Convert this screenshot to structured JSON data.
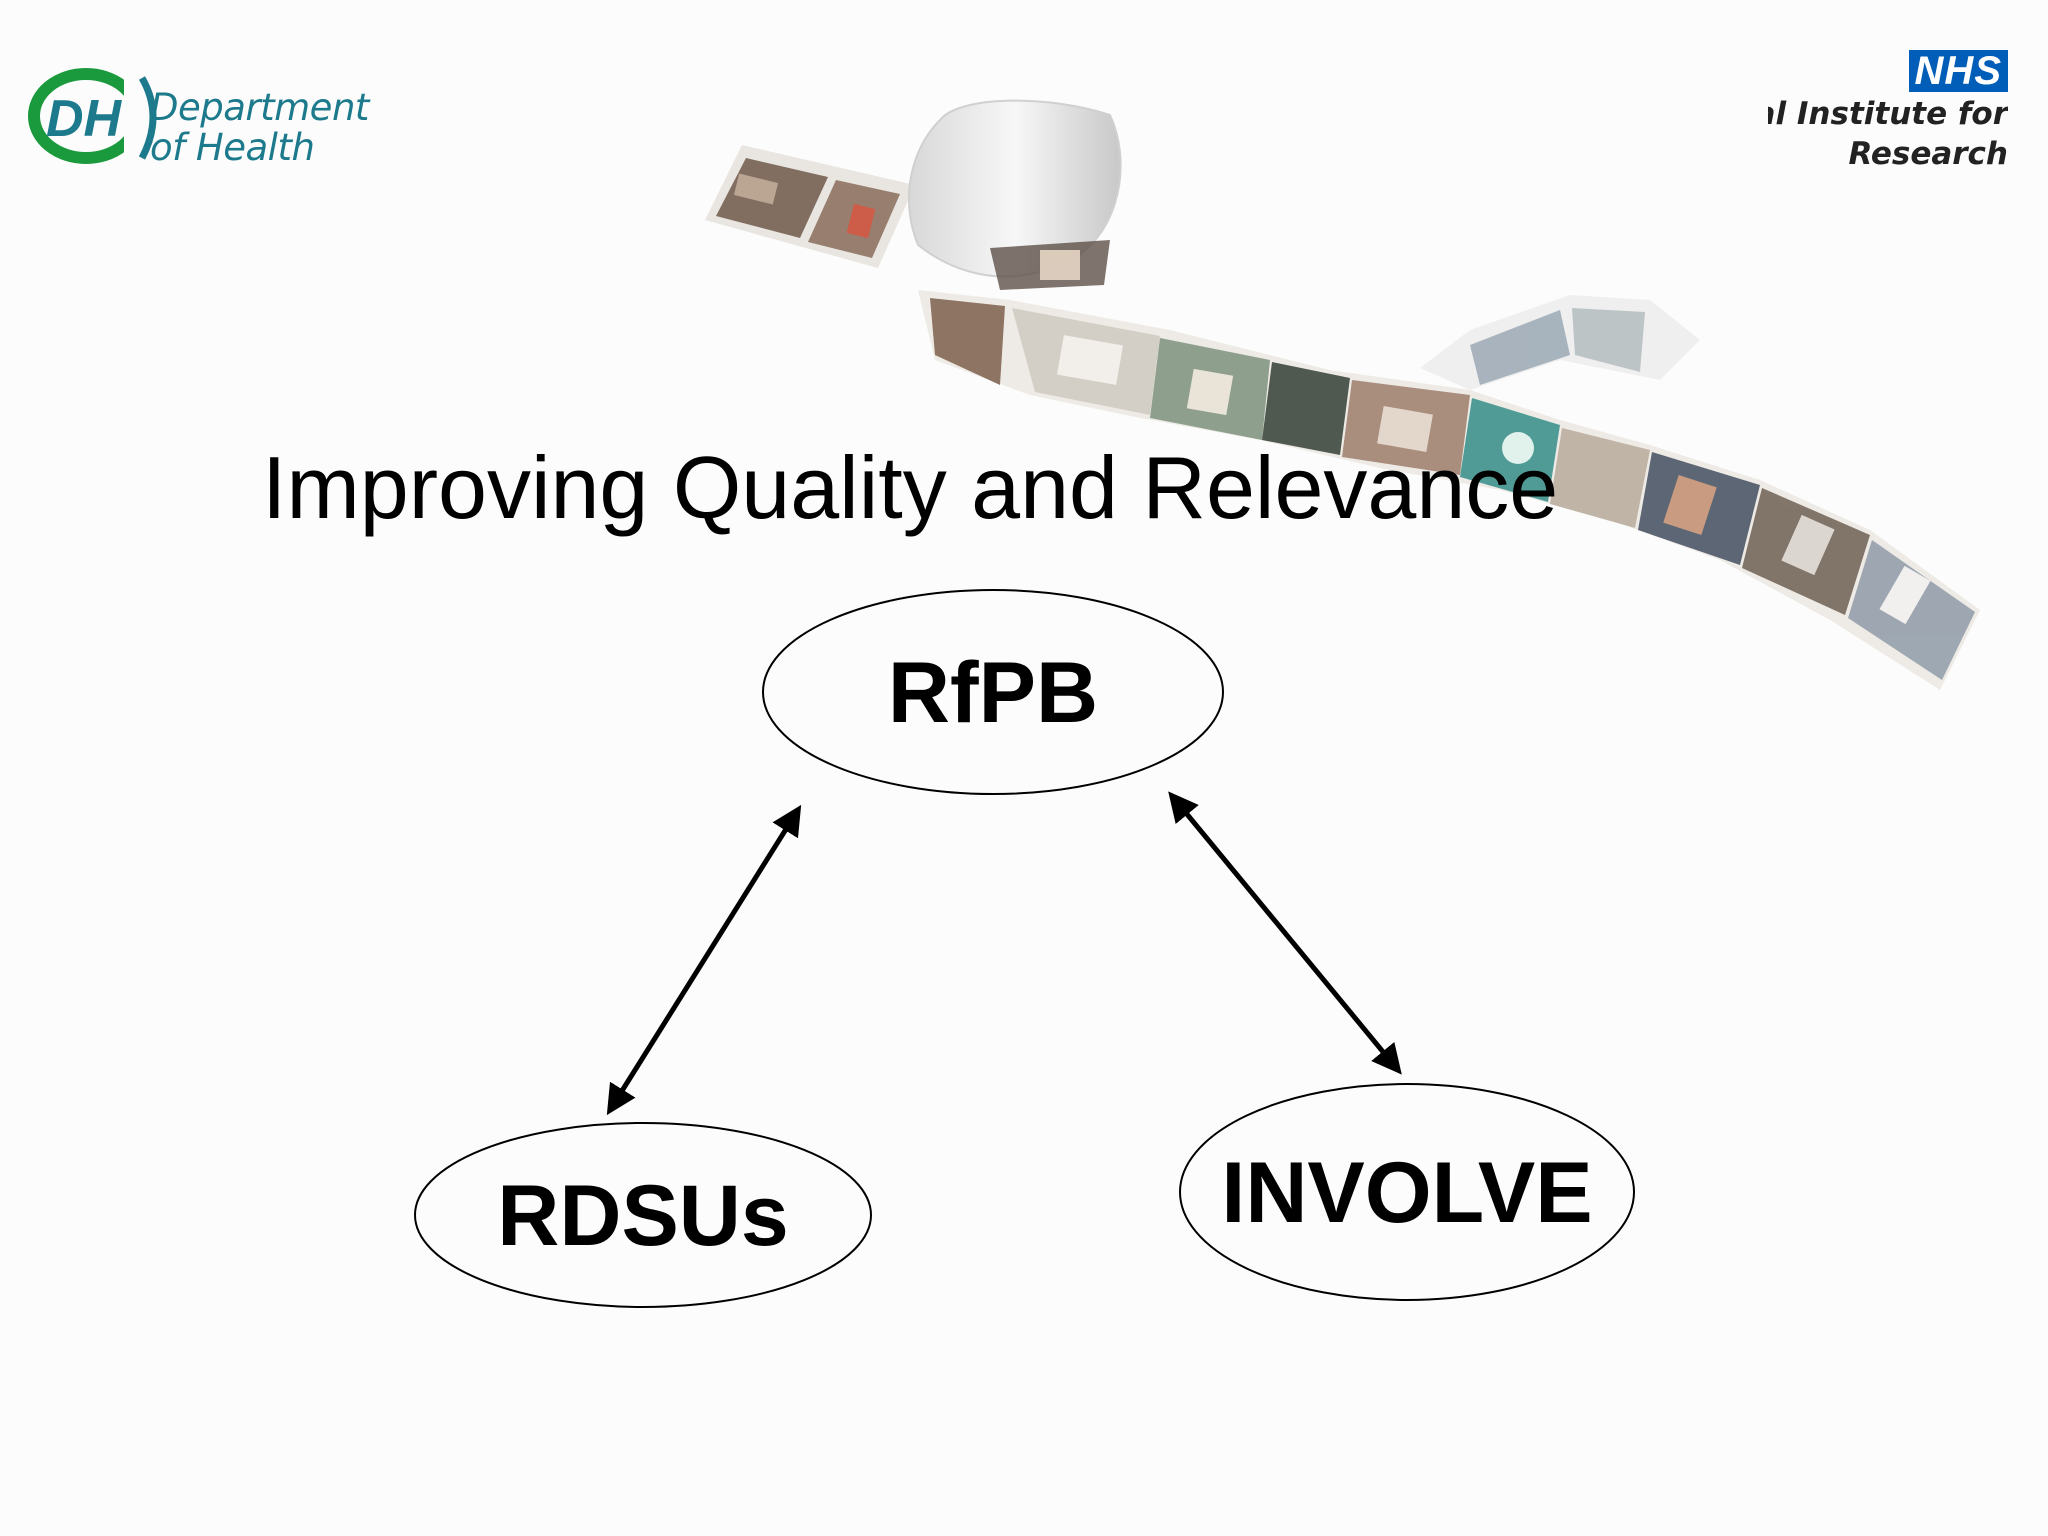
{
  "logos": {
    "dh": {
      "mark": "DH",
      "line1": "Department",
      "line2": "of Health",
      "color": "#1c7a8c",
      "accent": "#1a9a3c"
    },
    "nhs": {
      "badge": "NHS",
      "org_visible": "al Institute for\n Research",
      "color": "#005eb8"
    }
  },
  "slide": {
    "title": "Improving Quality and Relevance"
  },
  "diagram": {
    "nodes": [
      {
        "id": "rfpb",
        "label": "RfPB"
      },
      {
        "id": "rdsus",
        "label": "RDSUs"
      },
      {
        "id": "involve",
        "label": "INVOLVE"
      }
    ],
    "edges": [
      {
        "from": "rfpb",
        "to": "rdsus",
        "type": "bidirectional"
      },
      {
        "from": "rfpb",
        "to": "involve",
        "type": "bidirectional"
      }
    ]
  },
  "decoration": {
    "photo_strip": "photo-strip-image"
  }
}
